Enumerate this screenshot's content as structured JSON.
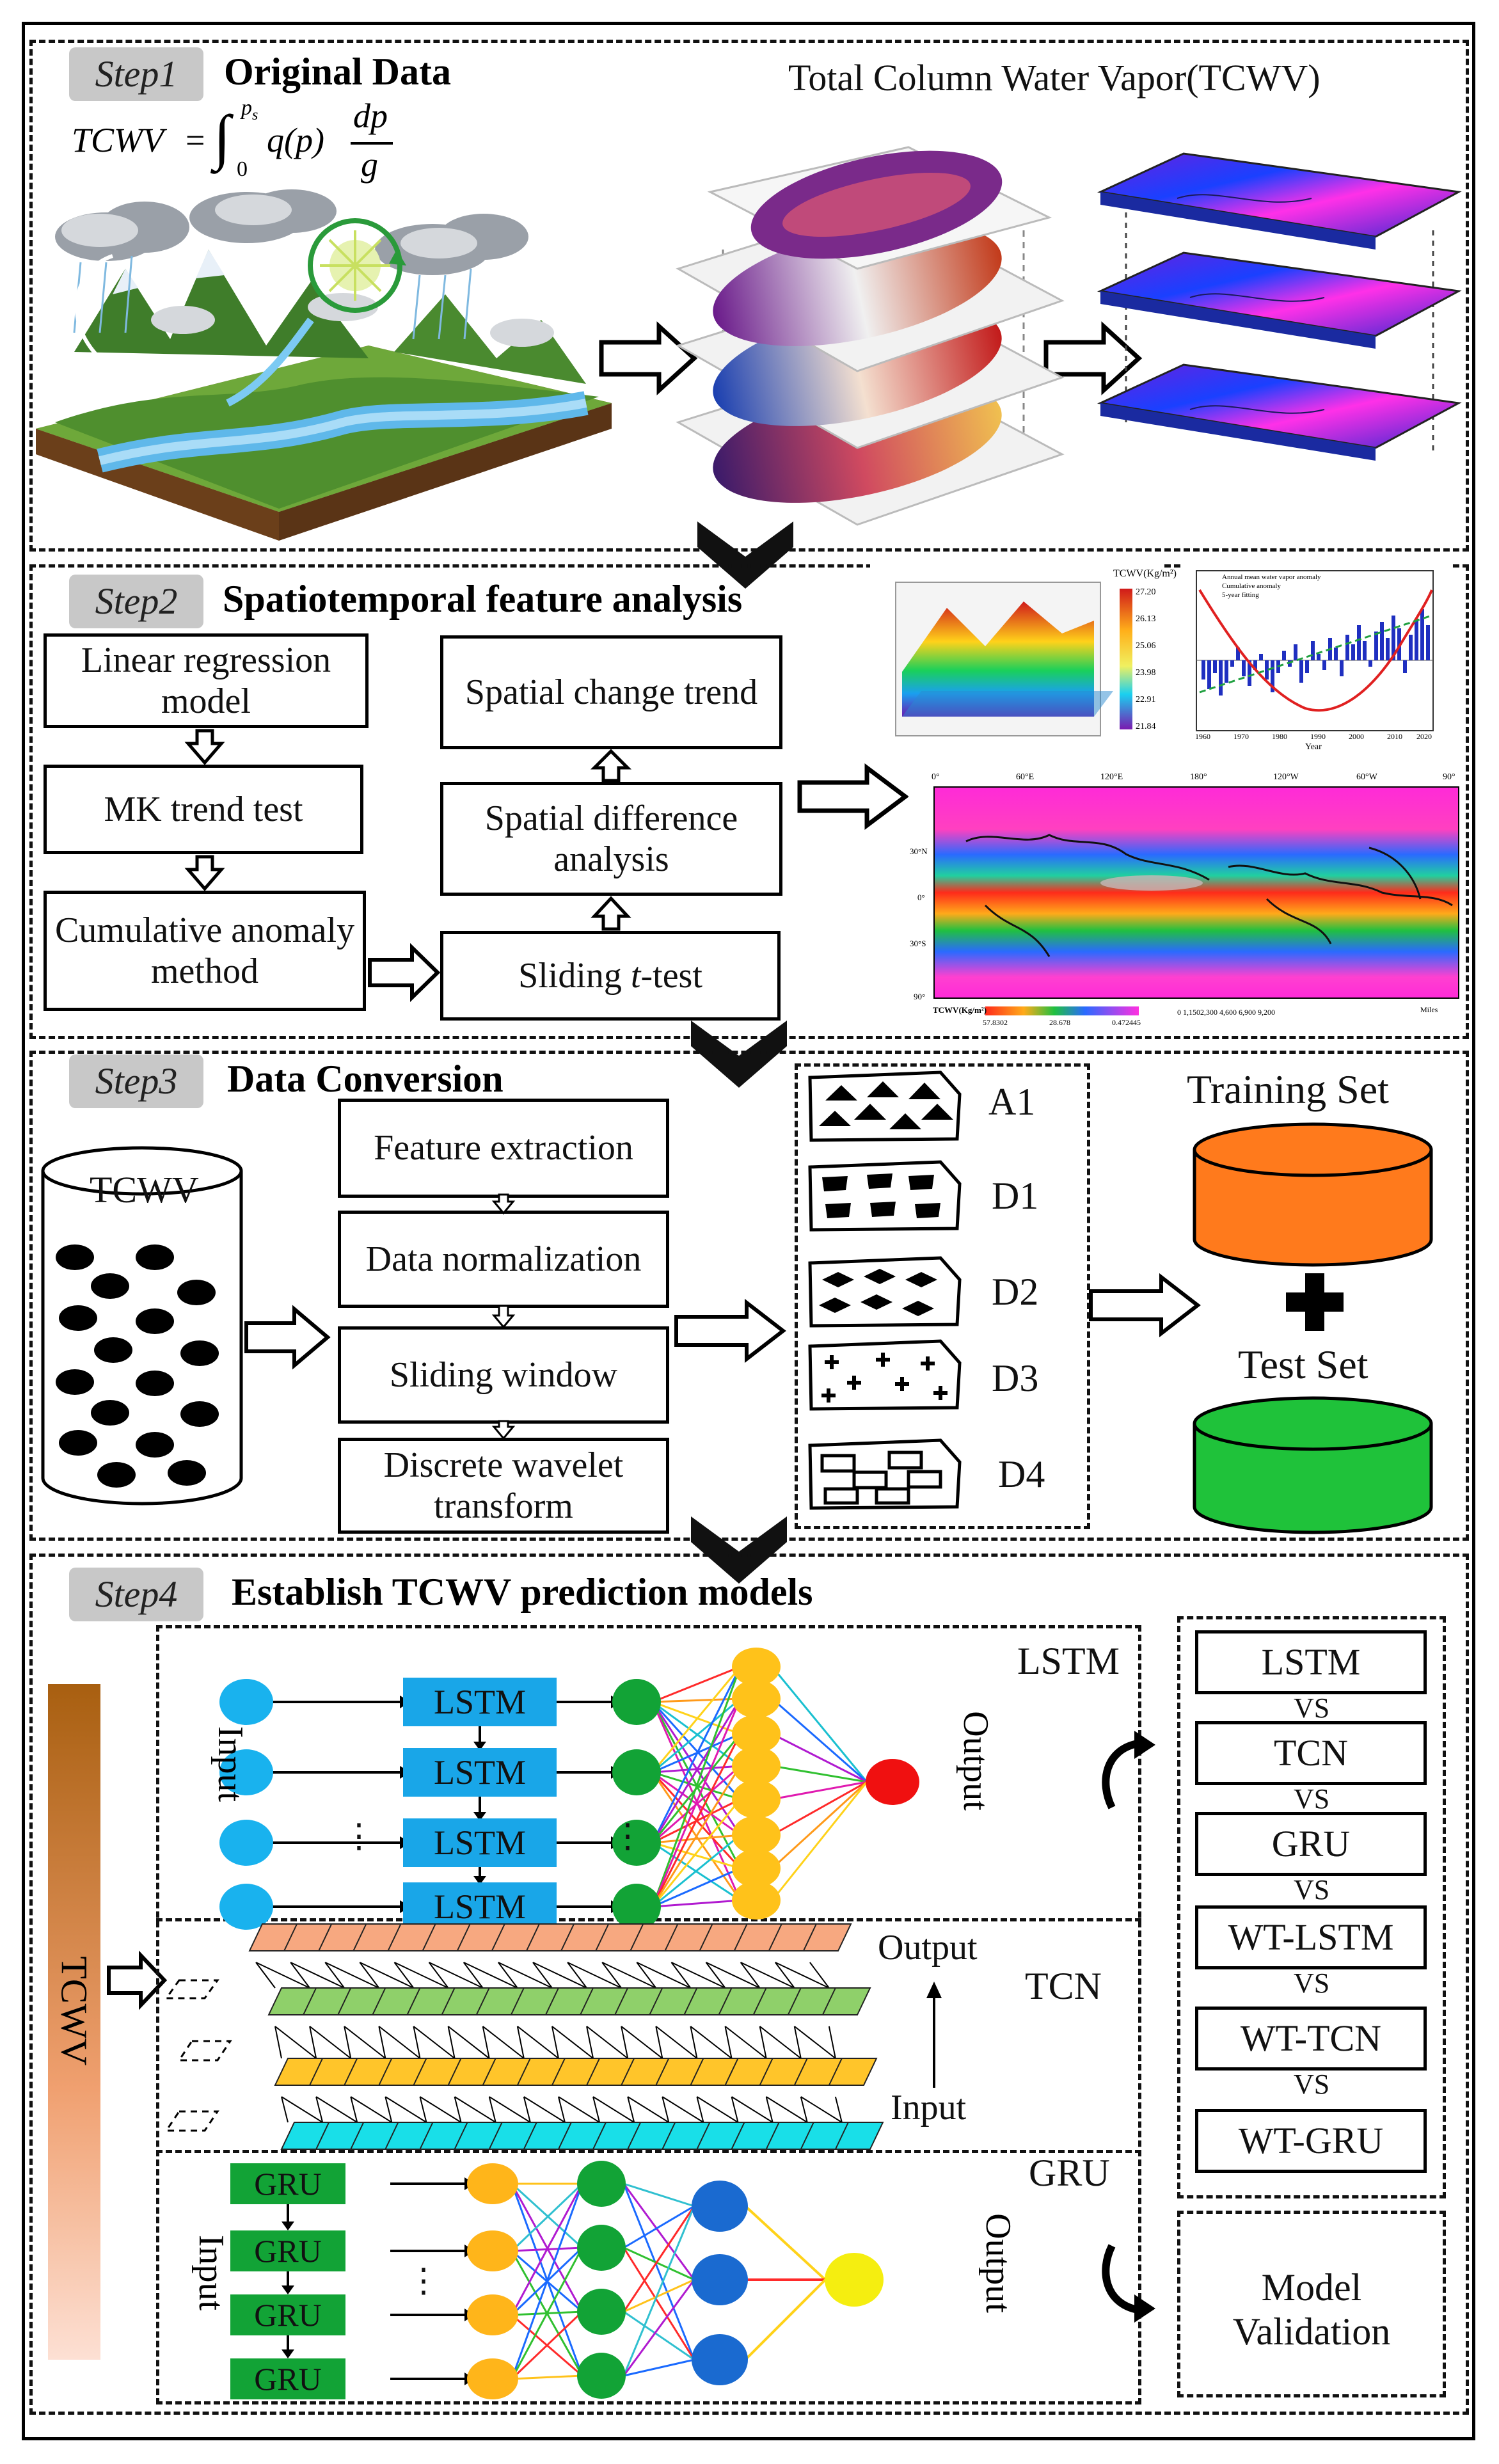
{
  "step1": {
    "tag": "Step1",
    "title": "Original Data",
    "subtitle": "Total Column Water Vapor(TCWV)",
    "formula": {
      "lhs": "TCWV",
      "eq": "=",
      "int_upper": "p",
      "int_upper_sub": "s",
      "int_lower": "0",
      "integrand": "q(p)",
      "num": "dp",
      "den": "g"
    }
  },
  "step2": {
    "tag": "Step2",
    "title": "Spatiotemporal feature analysis",
    "boxes": {
      "linear": "Linear regression model",
      "mk": "MK trend test",
      "cumulative": "Cumulative anomaly method",
      "sliding_pre": "Sliding ",
      "sliding_t": "t",
      "sliding_post": "-test",
      "diff": "Spatial difference analysis",
      "trend": "Spatial change trend"
    },
    "chart3d": {
      "zlabel": "TCWV(Kg/m²)",
      "ticks": [
        "27.20",
        "26.13",
        "25.06",
        "23.98",
        "22.91",
        "21.84"
      ]
    },
    "chart_bar": {
      "legend": [
        "Annual mean water vapor anomaly",
        "Cumulative anomaly",
        "5-year fitting"
      ],
      "xlabel": "Year",
      "xticks": [
        "1960",
        "1970",
        "1980",
        "1990",
        "2000",
        "2010",
        "2020"
      ],
      "colors": {
        "bars": "#1f2fc0",
        "cumulative": "#e02020",
        "fit": "#20a040"
      }
    },
    "map": {
      "top_ticks": [
        "0°",
        "60°E",
        "120°E",
        "180°",
        "120°W",
        "60°W",
        "90°"
      ],
      "left_ticks": [
        "30°N",
        "0°",
        "30°S",
        "90°"
      ],
      "legend_title": "TCWV(Kg/m²)",
      "legend_ticks": [
        "57.8302",
        "28.678",
        "0.472445"
      ],
      "scale": "0 1,1502,300 4,600 6,900 9,200",
      "scale_unit": "Miles"
    }
  },
  "step3": {
    "tag": "Step3",
    "title": "Data Conversion",
    "cylinder_label": "TCWV",
    "boxes": {
      "feature": "Feature extraction",
      "norm": "Data normalization",
      "window": "Sliding window",
      "dwt": "Discrete wavelet transform"
    },
    "components": [
      "A1",
      "D1",
      "D2",
      "D3",
      "D4"
    ],
    "training": "Training Set",
    "test": "Test Set",
    "colors": {
      "training": "#ff7a1c",
      "test": "#1fc23a"
    }
  },
  "step4": {
    "tag": "Step4",
    "title": "Establish TCWV prediction models",
    "tcwv_bar": "TCWV",
    "lstm": {
      "name": "LSTM",
      "cell": "LSTM",
      "input": "Input",
      "output": "Output",
      "dots": "⋮"
    },
    "tcn": {
      "name": "TCN",
      "input": "Input",
      "output": "Output"
    },
    "gru": {
      "name": "GRU",
      "cell": "GRU",
      "input": "Input",
      "output": "Output",
      "dots": "⋮"
    },
    "compare": [
      "LSTM",
      "TCN",
      "GRU",
      "WT-LSTM",
      "WT-TCN",
      "WT-GRU"
    ],
    "vs": "VS",
    "validation": "Model Validation"
  }
}
